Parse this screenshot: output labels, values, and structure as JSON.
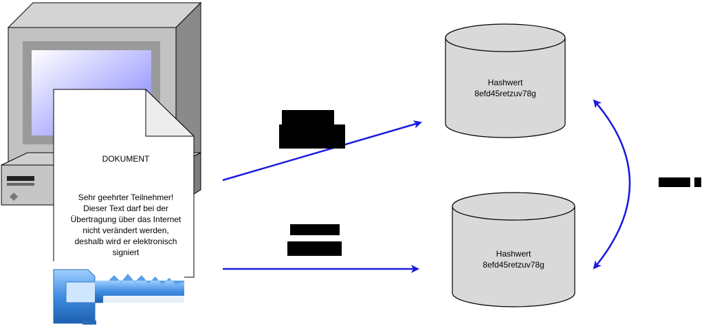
{
  "document": {
    "title": "DOKUMENT",
    "body_lines": [
      "Sehr geehrter Teilnehmer!",
      "Dieser Text darf bei der",
      "Übertragung über das Internet",
      "nicht verändert werden,",
      "deshalb wird er elektronisch",
      "signiert"
    ]
  },
  "hash_top": {
    "title": "Hashwert",
    "value": "8efd45retzuv78g"
  },
  "hash_bottom": {
    "title": "Hashwert",
    "value": "8efd45retzuv78g"
  },
  "colors": {
    "arrow": "#1a1adf",
    "cylinder_fill": "#d9d9d9",
    "screen_blue": "#8888ff",
    "key_blue": "#4a90d9"
  },
  "icons": [
    "computer-icon",
    "key-icon",
    "database-icon",
    "arrow-icon"
  ]
}
